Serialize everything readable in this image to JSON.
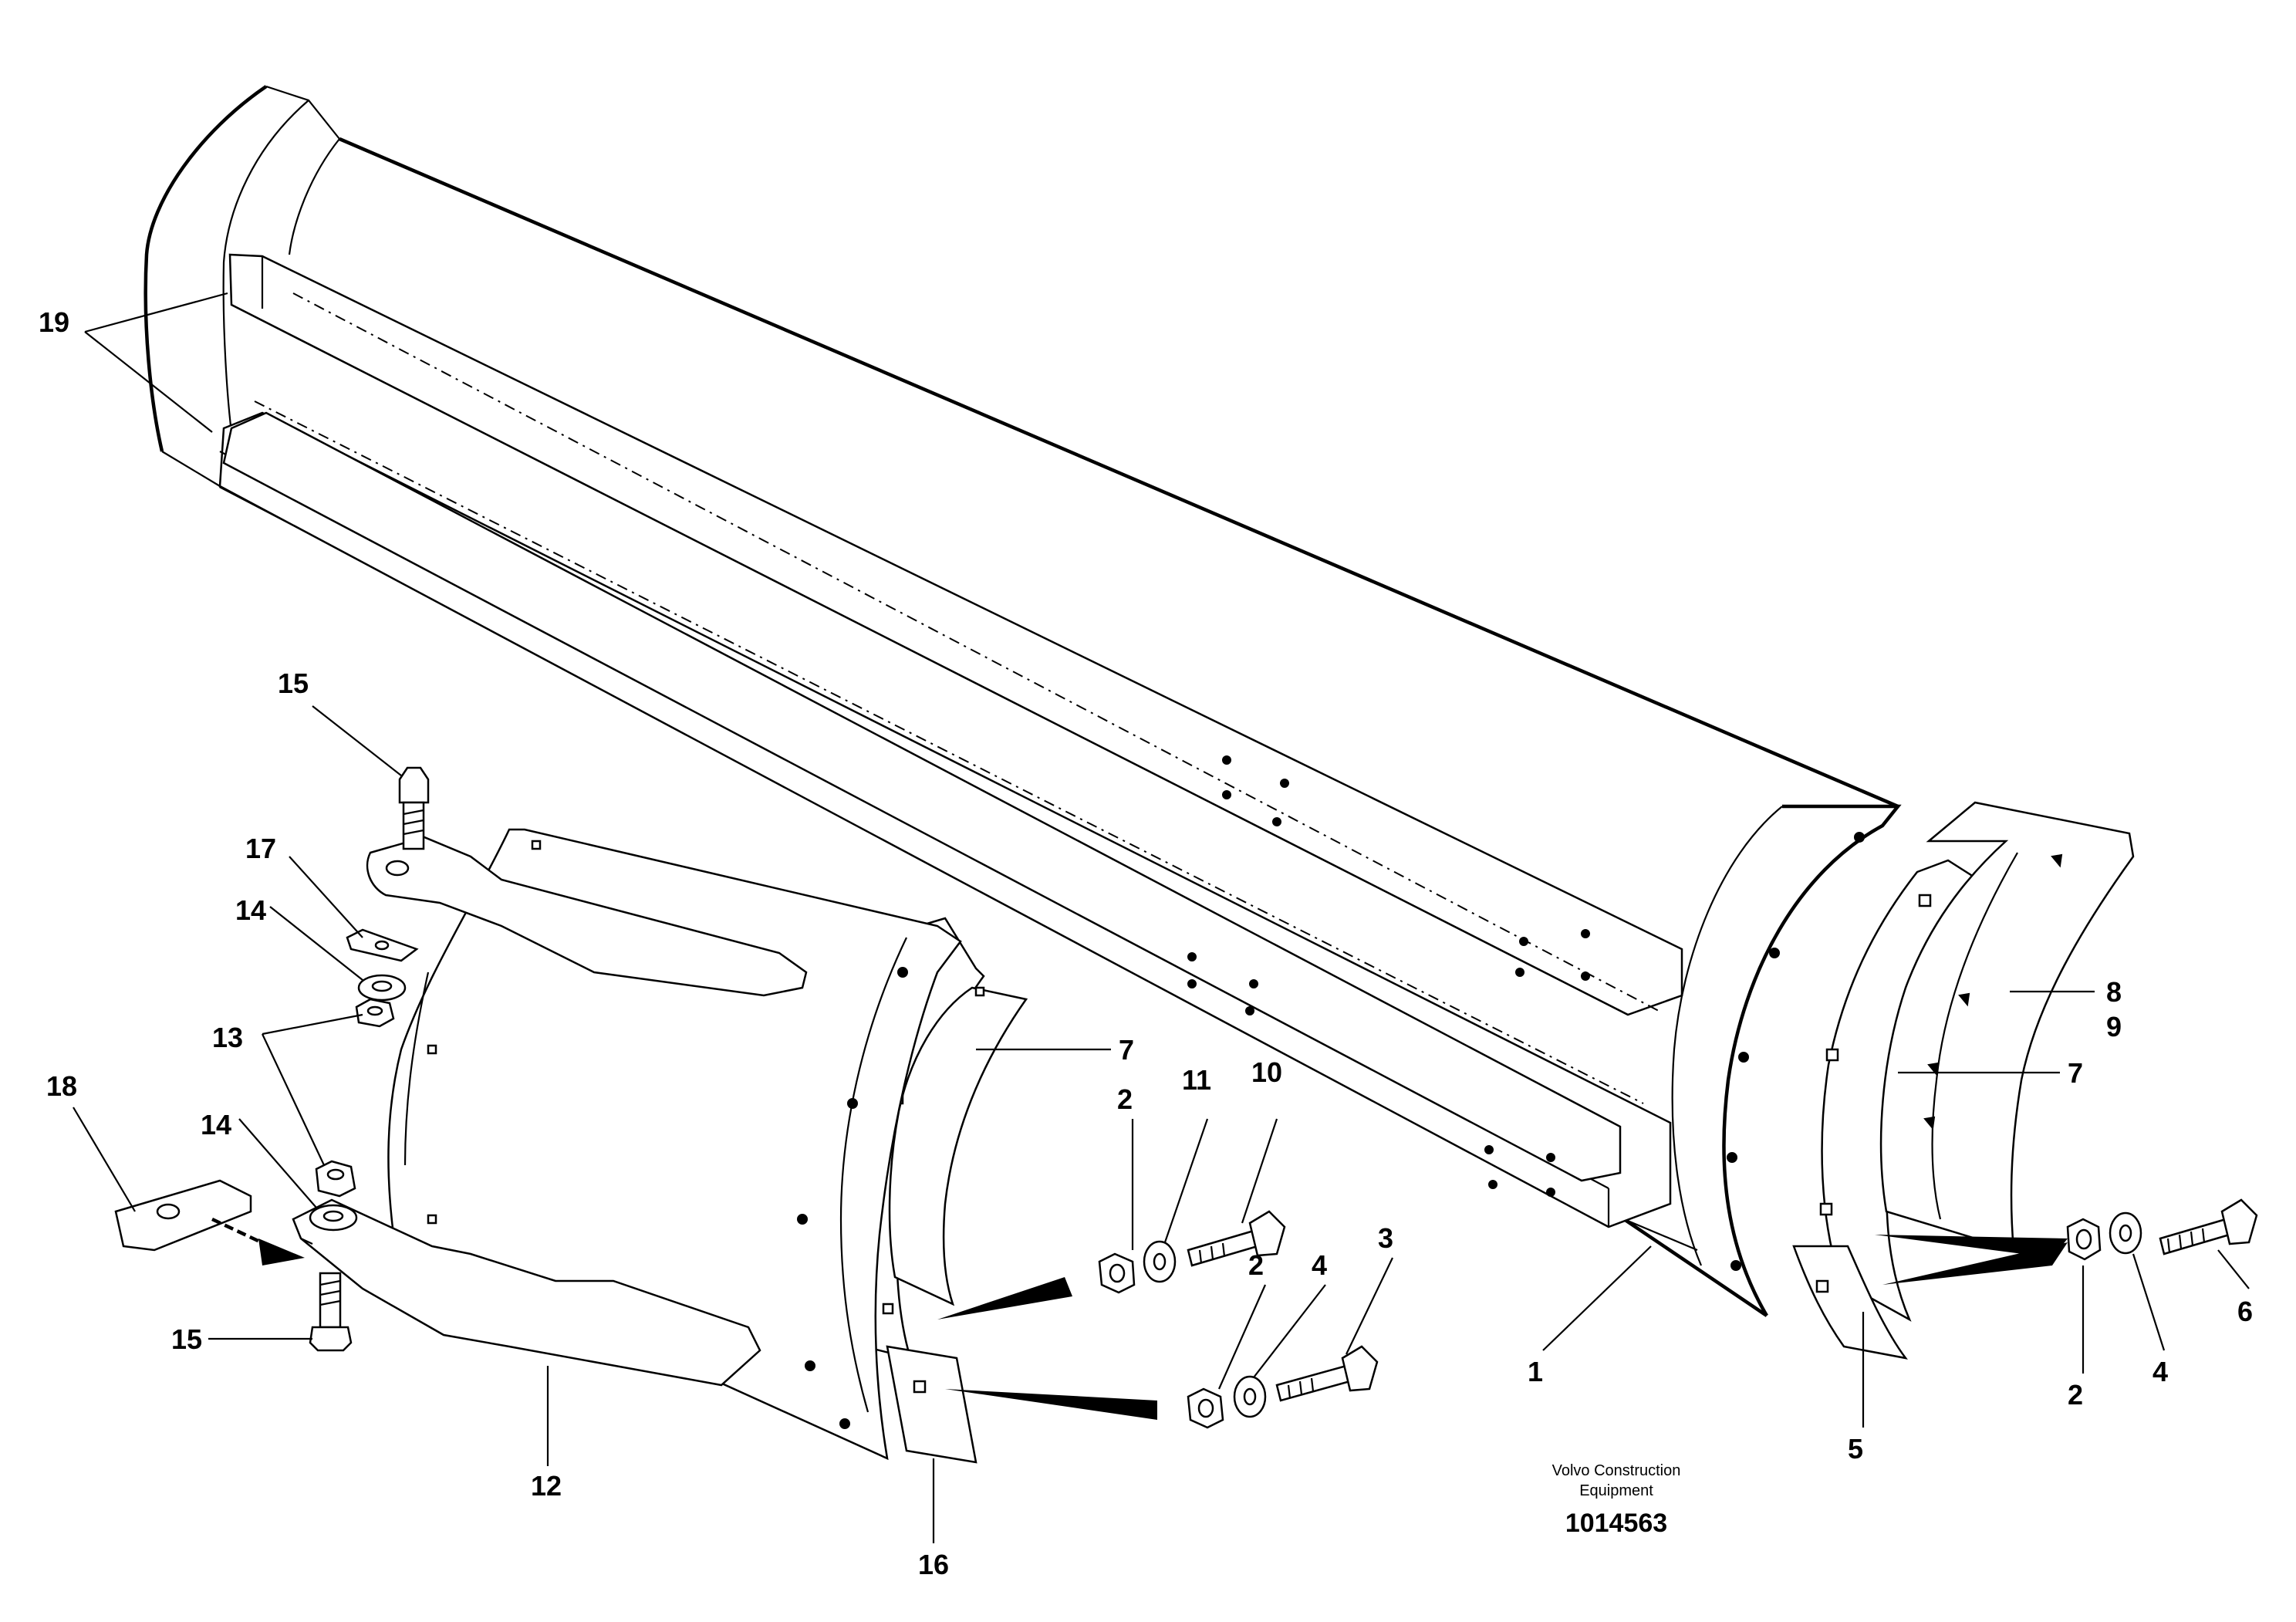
{
  "callouts": {
    "c19": "19",
    "c15a": "15",
    "c17": "17",
    "c14a": "14",
    "c13": "13",
    "c18": "18",
    "c14b": "14",
    "c15b": "15",
    "c12": "12",
    "c16": "16",
    "c7a": "7",
    "c2a": "2",
    "c11": "11",
    "c10": "10",
    "c2b": "2",
    "c4a": "4",
    "c3": "3",
    "c1": "1",
    "c5": "5",
    "c8": "8",
    "c9": "9",
    "c7b": "7",
    "c2c": "2",
    "c4b": "4",
    "c6": "6"
  },
  "footer": {
    "company_line1": "Volvo Construction",
    "company_line2": "Equipment",
    "drawing_number": "1014563"
  }
}
